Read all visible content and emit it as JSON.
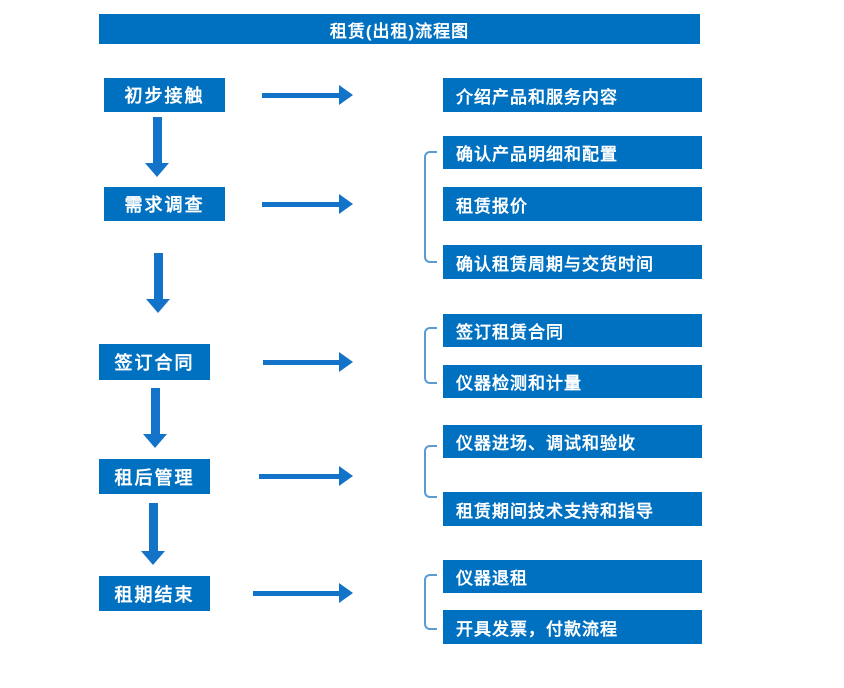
{
  "title": "租赁(出租)流程图",
  "colors": {
    "primary": "#0070C0",
    "arrow": "#1273C9",
    "bracket": "#5B9BD5",
    "text": "#FFFFFF",
    "background": "#FFFFFF"
  },
  "flow": {
    "steps": [
      {
        "label": "初步接触",
        "details": [
          "介绍产品和服务内容"
        ]
      },
      {
        "label": "需求调查",
        "details": [
          "确认产品明细和配置",
          "租赁报价",
          "确认租赁周期与交货时间"
        ]
      },
      {
        "label": "签订合同",
        "details": [
          "签订租赁合同",
          "仪器检测和计量"
        ]
      },
      {
        "label": "租后管理",
        "details": [
          "仪器进场、调试和验收",
          "租赁期间技术支持和指导"
        ]
      },
      {
        "label": "租期结束",
        "details": [
          "仪器退租",
          "开具发票，付款流程"
        ]
      }
    ]
  }
}
